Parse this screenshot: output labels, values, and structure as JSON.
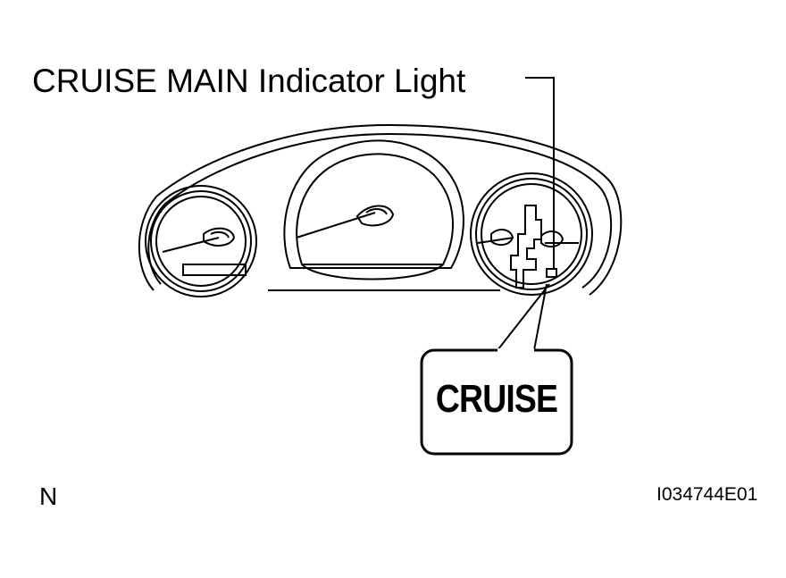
{
  "diagram": {
    "title": "CRUISE MAIN Indicator Light",
    "callout_label": "CRUISE",
    "corner_letter": "N",
    "figure_id": "I034744E01"
  },
  "colors": {
    "line": "#000000",
    "background": "#ffffff"
  }
}
